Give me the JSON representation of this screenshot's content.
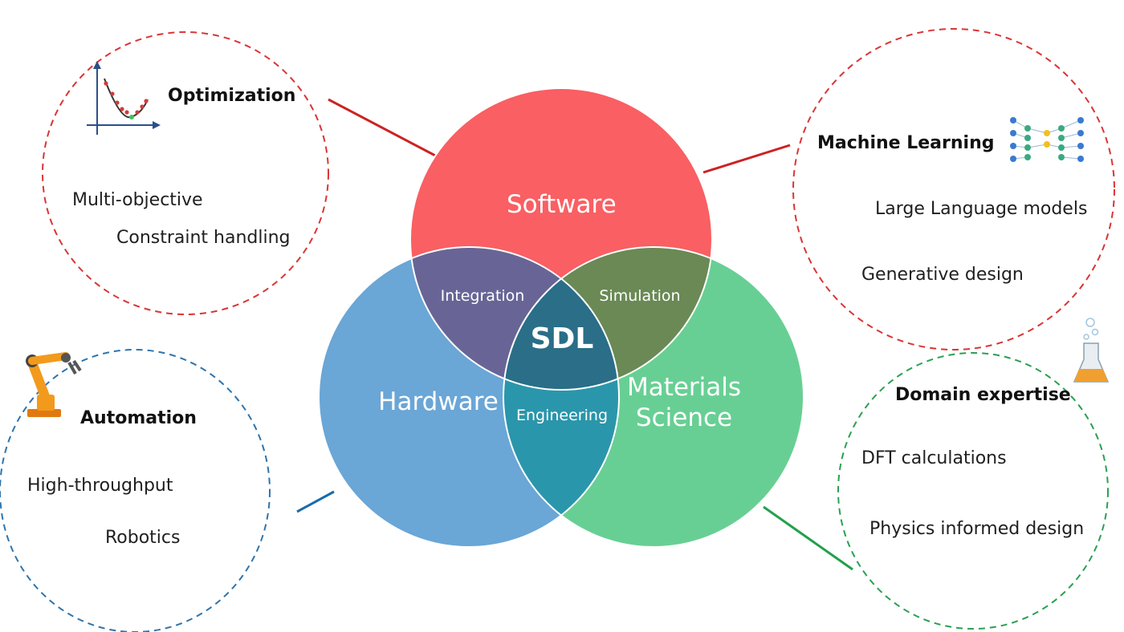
{
  "venn": {
    "software": "Software",
    "hardware": "Hardware",
    "materials_line1": "Materials",
    "materials_line2": "Science",
    "integration": "Integration",
    "simulation": "Simulation",
    "engineering": "Engineering",
    "center": "SDL",
    "colors": {
      "software": "#f2363a",
      "hardware": "#3a8fcf",
      "materials": "#3fc274"
    }
  },
  "callouts": {
    "optimization": {
      "title": "Optimization",
      "items": [
        "Multi-objective",
        "Constraint handling"
      ],
      "color": "#d93535",
      "icon": "optimization-curve-icon"
    },
    "machine_learning": {
      "title": "Machine Learning",
      "items": [
        "Large Language models",
        "Generative design"
      ],
      "color": "#d93535",
      "icon": "neural-network-icon"
    },
    "automation": {
      "title": "Automation",
      "items": [
        "High-throughput",
        "Robotics"
      ],
      "color": "#2e74ad",
      "icon": "robot-arm-icon"
    },
    "domain_expertise": {
      "title": "Domain expertise",
      "items": [
        "DFT calculations",
        "Physics informed design"
      ],
      "color": "#2aa052",
      "icon": "flask-icon"
    }
  }
}
